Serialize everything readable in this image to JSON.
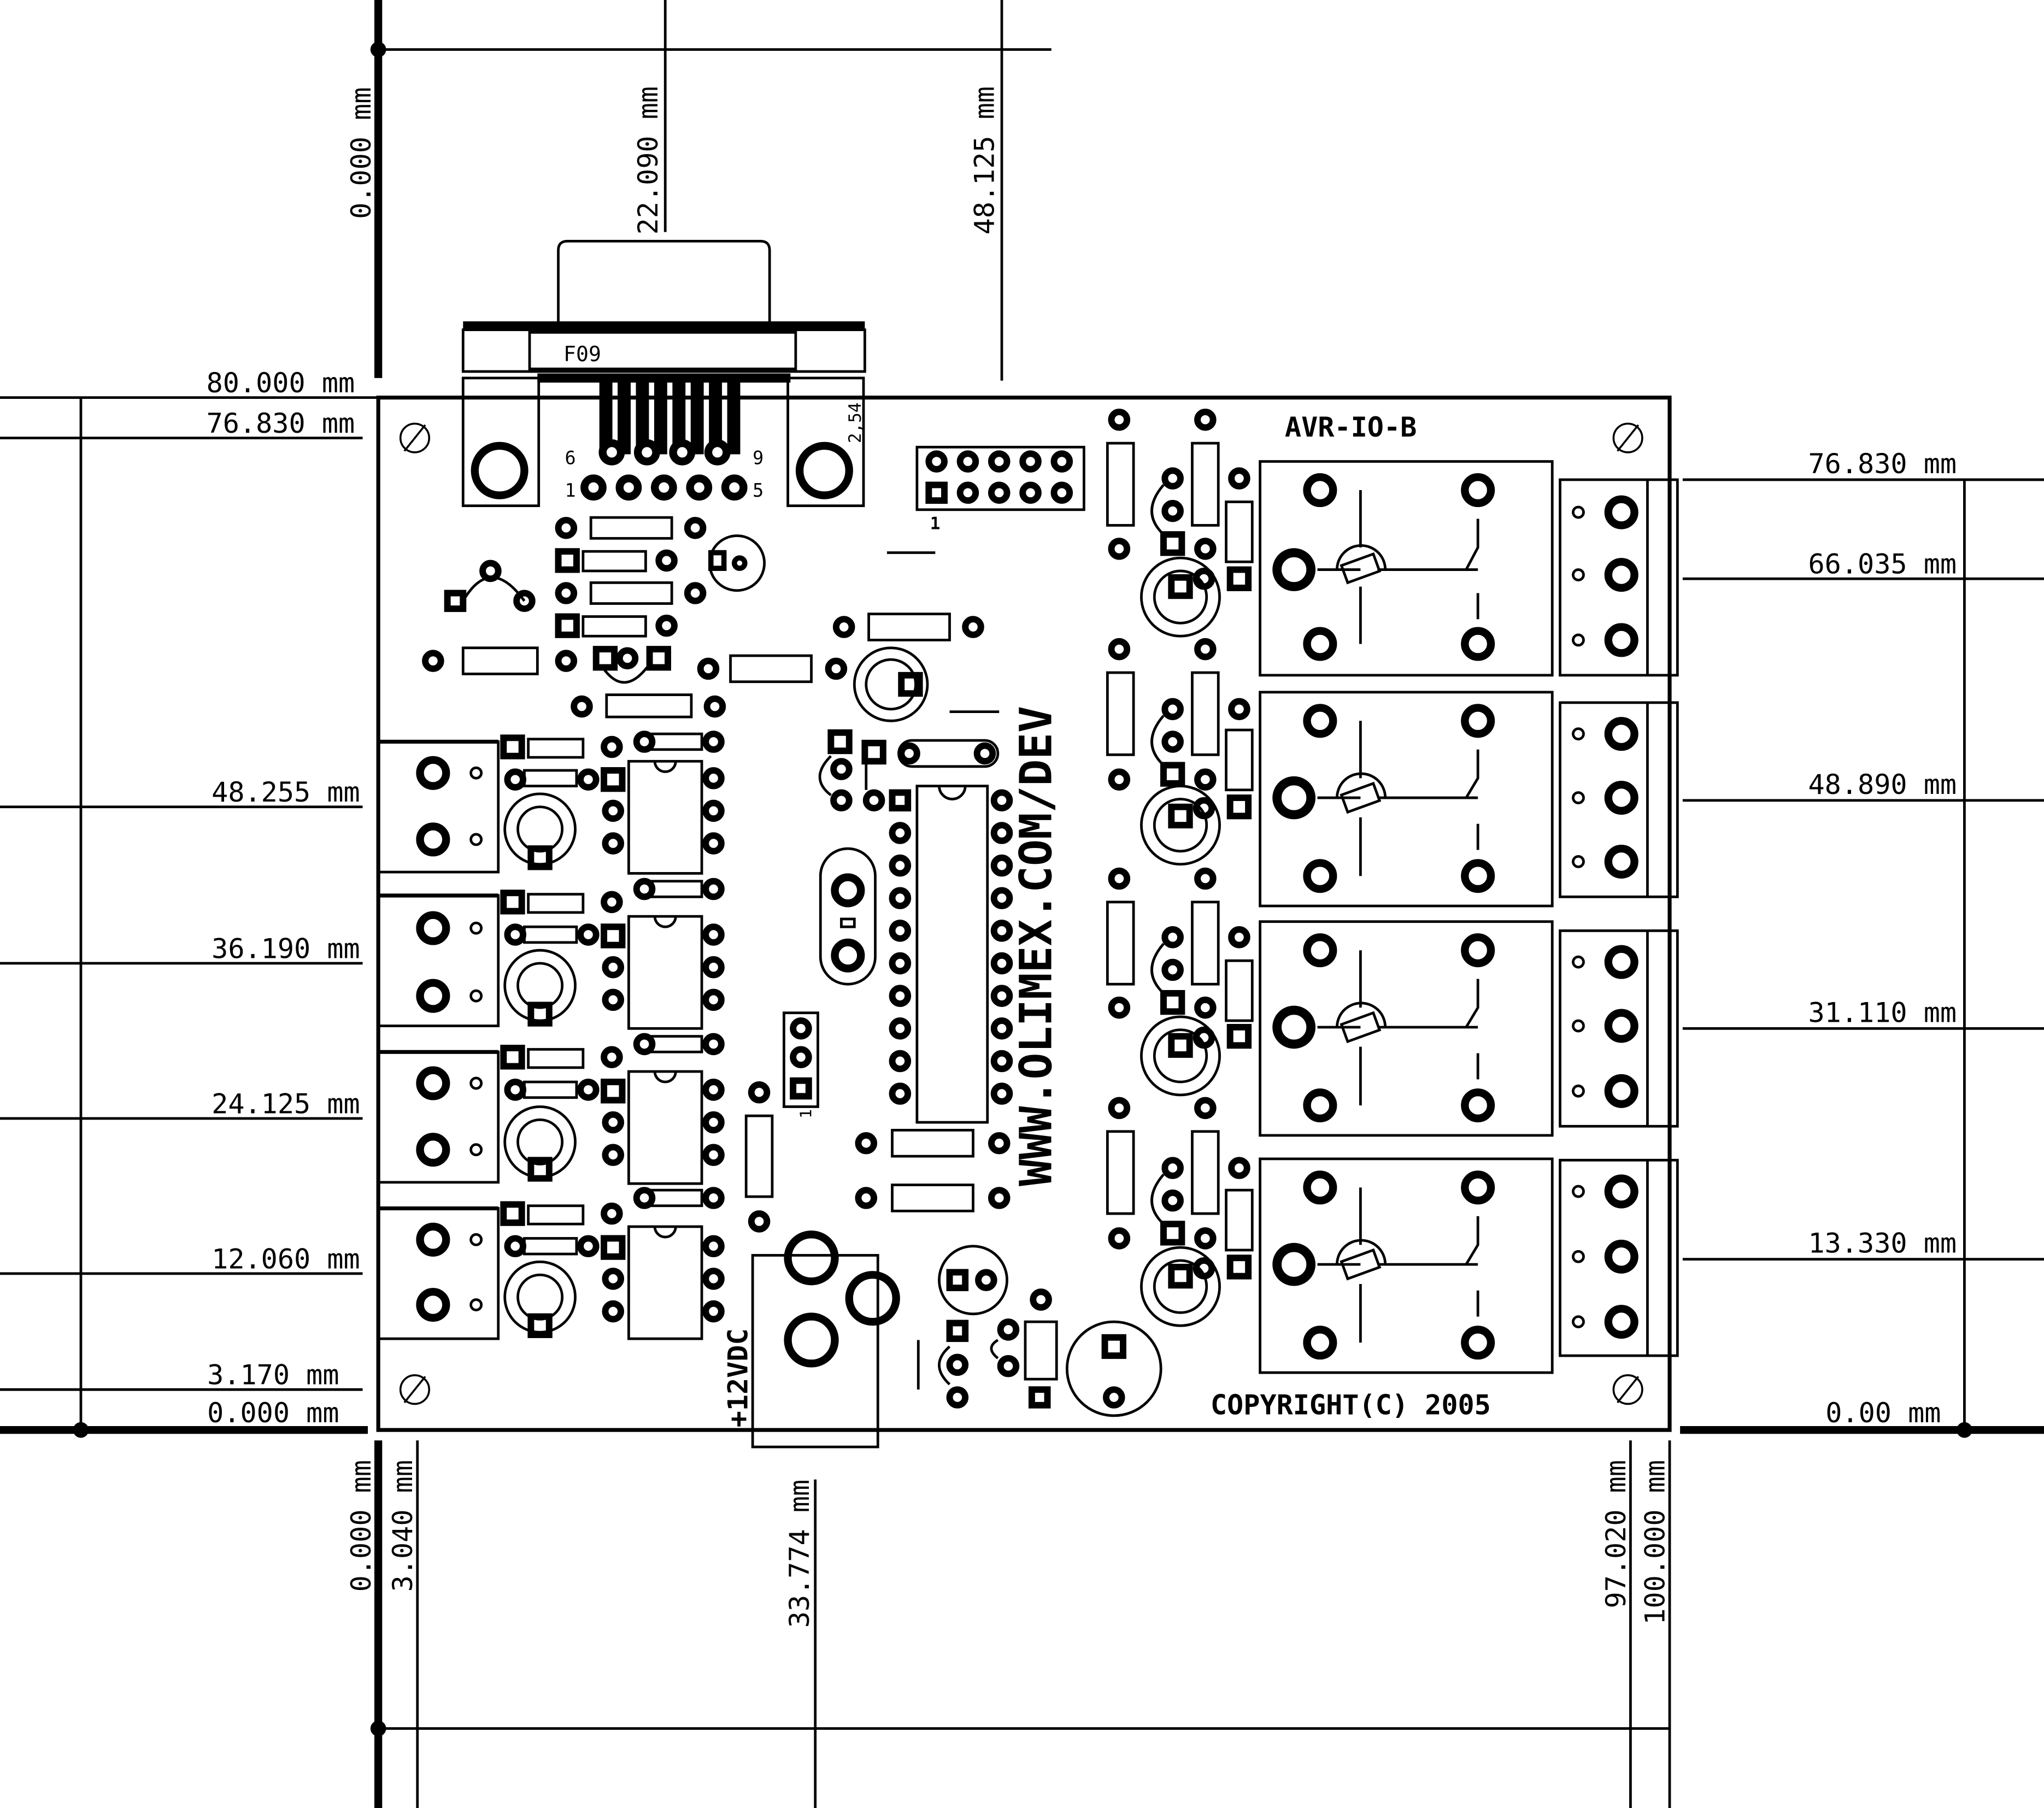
{
  "board": {
    "name": "AVR-IO-B",
    "url": "WWW.OLIMEX.COM/DEV",
    "copyright": "COPYRIGHT(C) 2005",
    "power_label": "+12VDC",
    "connector_label": "F09",
    "pitch_label": "2,54",
    "db9_pins": {
      "top_left": "6",
      "top_right": "9",
      "bottom_left": "1",
      "bottom_right": "5"
    },
    "header_pin1": "1",
    "jumper_pin1": "1"
  },
  "dimensions": {
    "left_vertical": [
      {
        "label": "80.000 mm"
      },
      {
        "label": "76.830 mm"
      },
      {
        "label": "48.255 mm"
      },
      {
        "label": "36.190 mm"
      },
      {
        "label": "24.125 mm"
      },
      {
        "label": "12.060 mm"
      },
      {
        "label": "3.170 mm"
      },
      {
        "label": "0.000 mm"
      }
    ],
    "right_vertical": [
      {
        "label": "76.830 mm"
      },
      {
        "label": "66.035 mm"
      },
      {
        "label": "48.890 mm"
      },
      {
        "label": "31.110 mm"
      },
      {
        "label": "13.330 mm"
      },
      {
        "label": "0.00 mm"
      }
    ],
    "top_horizontal": [
      {
        "label": "0.000 mm"
      },
      {
        "label": "22.090 mm"
      },
      {
        "label": "48.125 mm"
      }
    ],
    "bottom_horizontal": [
      {
        "label": "0.000 mm"
      },
      {
        "label": "3.040 mm"
      },
      {
        "label": "33.774 mm"
      },
      {
        "label": "97.020 mm"
      },
      {
        "label": "100.000 mm"
      }
    ]
  }
}
